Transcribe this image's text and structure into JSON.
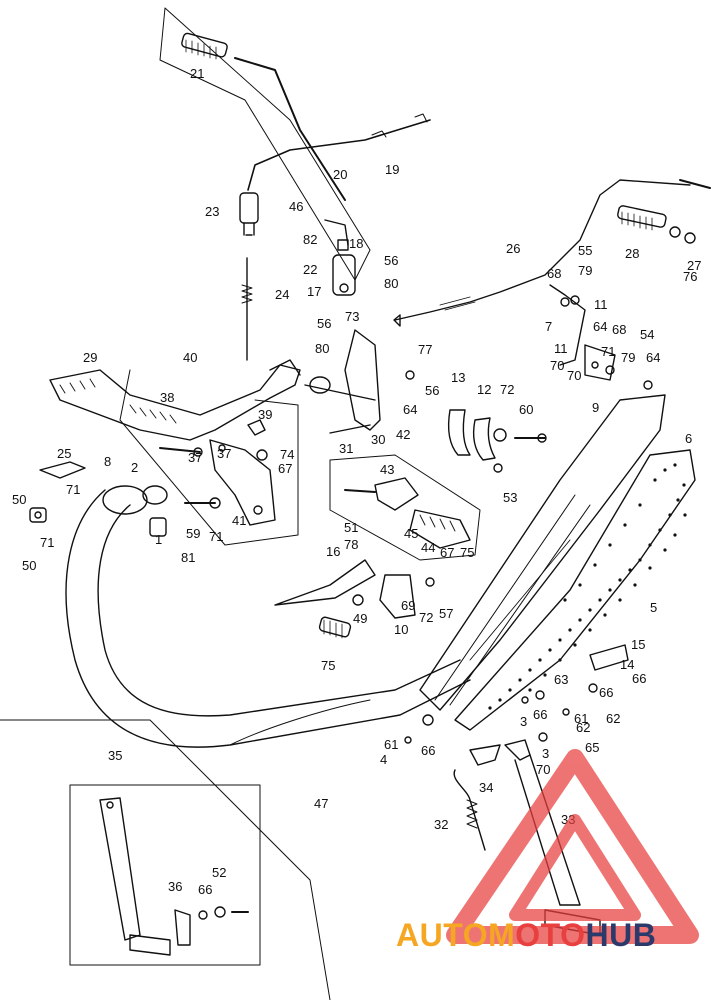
{
  "part_labels": [
    "21",
    "20",
    "19",
    "23",
    "46",
    "82",
    "18",
    "22",
    "56",
    "80",
    "17",
    "24",
    "73",
    "56",
    "80",
    "29",
    "40",
    "38",
    "39",
    "74",
    "67",
    "37",
    "25",
    "8",
    "2",
    "71",
    "50",
    "71",
    "50",
    "59",
    "1",
    "71",
    "81",
    "41",
    "37",
    "43",
    "51",
    "78",
    "45",
    "44",
    "67",
    "75",
    "31",
    "30",
    "42",
    "13",
    "12",
    "72",
    "60",
    "64",
    "56",
    "77",
    "26",
    "55",
    "68",
    "79",
    "11",
    "7",
    "64",
    "68",
    "54",
    "11",
    "70",
    "71",
    "79",
    "64",
    "70",
    "9",
    "28",
    "27",
    "76",
    "6",
    "16",
    "49",
    "69",
    "10",
    "72",
    "57",
    "75",
    "53",
    "5",
    "15",
    "14",
    "66",
    "63",
    "66",
    "3",
    "66",
    "61",
    "62",
    "62",
    "65",
    "70",
    "3",
    "66",
    "61",
    "4",
    "47",
    "34",
    "32",
    "33",
    "35",
    "36",
    "66",
    "52"
  ],
  "watermark": {
    "part1": "AUTOM",
    "part2": "OTO",
    "part3": "HUB",
    "color_orange": "#f5a623",
    "color_red": "#e8403f",
    "color_navy": "#2b3a6b"
  }
}
